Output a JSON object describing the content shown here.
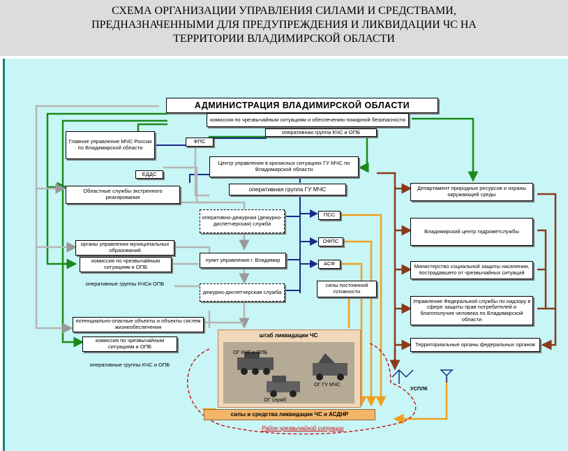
{
  "header": {
    "line1": "СХЕМА ОРГАНИЗАЦИИ УПРАВЛЕНИЯ СИЛАМИ И СРЕДСТВАМИ,",
    "line2": "ПРЕДНАЗНАЧЕННЫМИ ДЛЯ ПРЕДУПРЕЖДЕНИЯ И ЛИКВИДАЦИИ ЧС НА",
    "line3": "ТЕРРИТОРИИ ВЛАДИМИРСКОЙ ОБЛАСТИ"
  },
  "nodes": {
    "admin": "АДМИНИСТРАЦИЯ ВЛАДИМИРСКОЙ ОБЛАСТИ",
    "kchs": "комиссия по чрезвычайным ситуациям и обеспечению пожарной безопасности",
    "og_kchs": "оперативная группа КЧС и ОПБ",
    "gu_mchs": "Главное управление МЧС России по Владимирской области",
    "fps": "ФПС",
    "tsuks": "Центр управления в кризисных ситуациях ГУ МЧС по Владимирской области",
    "edds": "ЕДДС",
    "og_gu": "оперативная группа ГУ МЧС",
    "obl_sluzhby": "Областные службы экстренного реагирования",
    "odds": "оперативно-дежурная (дежурно-диспетчерская) служба",
    "pss": "ПСС",
    "ofps": "ОФПС",
    "asf": "АСФ",
    "org_mun": "органы управления муниципальных образований",
    "kchs_mun": "комиссия по чрезвычайным ситуациям и ОПБ",
    "og_kchs_mun": "оперативные группы КЧСи ОПБ",
    "pu": "пункт управления г. Владимир",
    "dds": "дежурно-диспетчерская служба",
    "sily_pg": "силы постоянной готовности",
    "pot_obj": "потенциально-опасные объекты и объекты систем жизнеобеспечения",
    "kchs_obj": "комиссия по чрезвычайным ситуациям и ОПБ",
    "og_kchs_obj": "оперативные группы КЧС и ОПБ",
    "depart": "Департамент природных ресурсов и охраны окружающей среды",
    "gidromet": "Владимирский центр гидрометслужбы",
    "minsoc": "Министерство социальной защиты населения, пострадавшего от чрезвычайных ситуаций",
    "rospotreb": "Управление Федеральной службы по надзору в сфере защиты прав потребителей и благополучия человека по Владимирской области",
    "territ": "Территориальные органы федеральных органов"
  },
  "shtab": {
    "title": "штаб ликвидации ЧС",
    "og_kchs_opb": "ОГ КЧС и ОПБ",
    "og_gu_mchs": "ОГ ГУ МЧС",
    "og_sluzhb": "ОГ служб"
  },
  "forces": "силы и средства ликвидации ЧС и АСДНР",
  "zone": "Район чрезвычайной ситуации",
  "usplk": "УСПЛК",
  "colors": {
    "header_bg": "#dcdcdc",
    "canvas_bg": "#c8f5f5",
    "green": "#1a8a1a",
    "navy": "#1a2a8a",
    "gray": "#b0b0b0",
    "brown": "#8a3a1a",
    "orange": "#f0a020",
    "red_dash": "#cc0000"
  }
}
